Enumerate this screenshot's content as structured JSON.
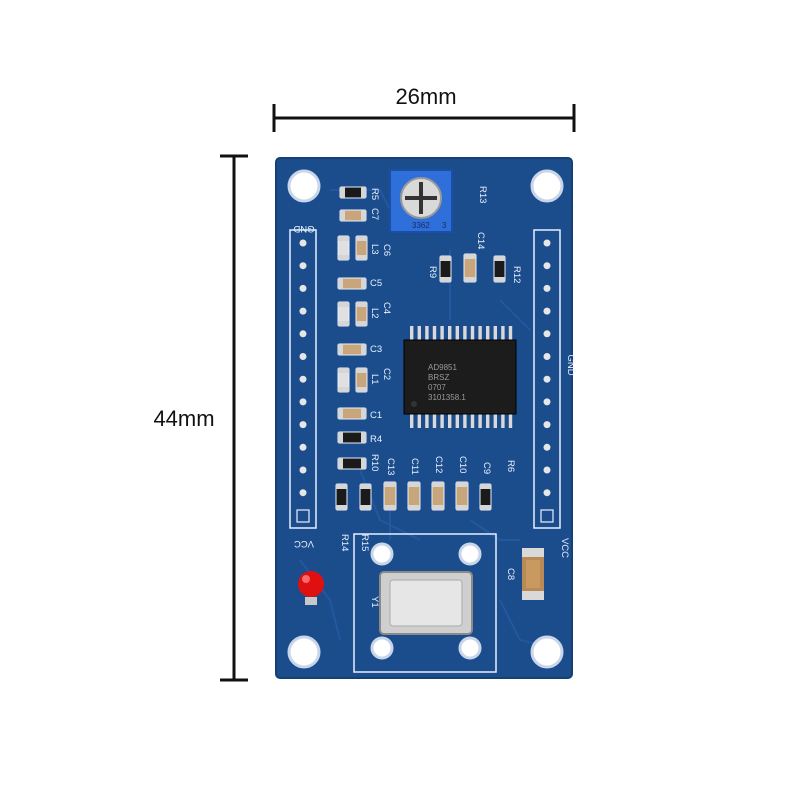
{
  "dimensions": {
    "width_label": "26mm",
    "height_label": "44mm"
  },
  "board": {
    "header_left_top": "GND",
    "header_left_bottom": "VCC",
    "header_right_mid": "GND",
    "header_right_bottom": "VCC",
    "trimmer_label": "R13",
    "trimmer_marking": "3362",
    "trimmer_marking_suffix": "3",
    "crystal_label": "Y1",
    "chip_lines": [
      "AD9851",
      "BRSZ",
      "0707",
      "3101358.1"
    ],
    "refs": {
      "R5": "R5",
      "C7": "C7",
      "L3": "L3",
      "C6": "C6",
      "C5": "C5",
      "L2": "L2",
      "C4": "C4",
      "C3": "C3",
      "L1": "L1",
      "C2": "C2",
      "C1": "C1",
      "R4": "R4",
      "R10": "R10",
      "C13": "C13",
      "C11": "C11",
      "C12": "C12",
      "C10": "C10",
      "C9": "C9",
      "R6": "R6",
      "R9": "R9",
      "C14": "C14",
      "R12": "R12",
      "R14": "R14",
      "R15": "R15",
      "C8": "C8"
    }
  },
  "colors": {
    "pcb": "#1b4d8c",
    "pcb_edge": "#163f74",
    "silkscreen": "#e8f0ff",
    "trimmer": "#2f6fd9",
    "chip": "#1c1c1c",
    "pin": "#d9d9d9",
    "led": "#e01010"
  }
}
